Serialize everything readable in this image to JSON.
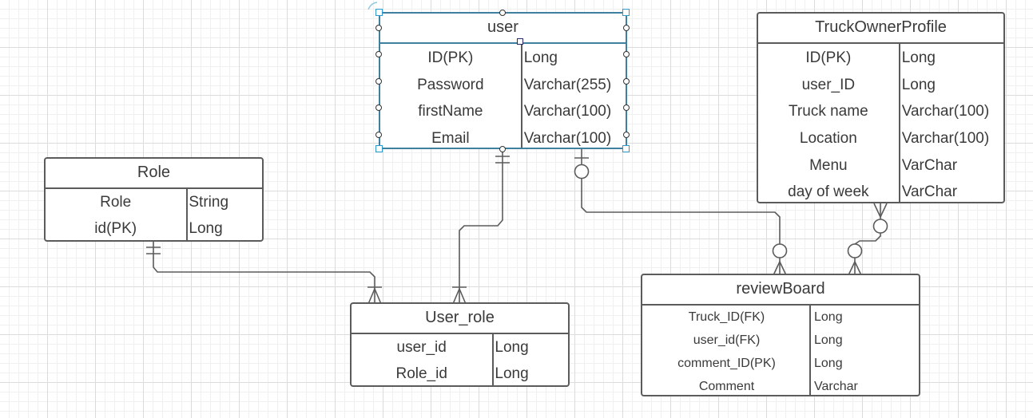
{
  "diagram": {
    "entities": {
      "user": {
        "title": "user",
        "rows": [
          {
            "name": "ID(PK)",
            "type": "Long"
          },
          {
            "name": "Password",
            "type": "Varchar(255)"
          },
          {
            "name": "firstName",
            "type": "Varchar(100)"
          },
          {
            "name": "Email",
            "type": "Varchar(100)"
          }
        ]
      },
      "truck_owner_profile": {
        "title": "TruckOwnerProfile",
        "rows": [
          {
            "name": "ID(PK)",
            "type": "Long"
          },
          {
            "name": "user_ID",
            "type": "Long"
          },
          {
            "name": "Truck name",
            "type": "Varchar(100)"
          },
          {
            "name": "Location",
            "type": "Varchar(100)"
          },
          {
            "name": "Menu",
            "type": "VarChar"
          },
          {
            "name": "day of week",
            "type": "VarChar"
          }
        ]
      },
      "role": {
        "title": "Role",
        "rows": [
          {
            "name": "Role",
            "type": "String"
          },
          {
            "name": "id(PK)",
            "type": "Long"
          }
        ]
      },
      "user_role": {
        "title": "User_role",
        "rows": [
          {
            "name": "user_id",
            "type": "Long"
          },
          {
            "name": "Role_id",
            "type": "Long"
          }
        ]
      },
      "review_board": {
        "title": "reviewBoard",
        "rows": [
          {
            "name": "Truck_ID(FK)",
            "type": "Long"
          },
          {
            "name": "user_id(FK)",
            "type": "Long"
          },
          {
            "name": "comment_ID(PK)",
            "type": "Long"
          },
          {
            "name": "Comment",
            "type": "Varchar"
          }
        ]
      }
    },
    "relationships": [
      {
        "from": "role",
        "to": "user_role",
        "from_cardinality": "one-and-only-one",
        "to_cardinality": "one-or-many"
      },
      {
        "from": "user",
        "to": "user_role",
        "from_cardinality": "one-and-only-one",
        "to_cardinality": "one-or-many"
      },
      {
        "from": "user",
        "to": "review_board",
        "from_cardinality": "zero-or-one",
        "to_cardinality": "zero-or-many"
      },
      {
        "from": "truck_owner_profile",
        "to": "review_board",
        "from_cardinality": "zero-or-many",
        "to_cardinality": "zero-or-many"
      }
    ],
    "selected_entity": "user",
    "colors": {
      "line": "#5b5b5b",
      "selection": "#3f7fa0",
      "handle": "#2f9ad0",
      "grid": "#dcdcdc"
    }
  }
}
